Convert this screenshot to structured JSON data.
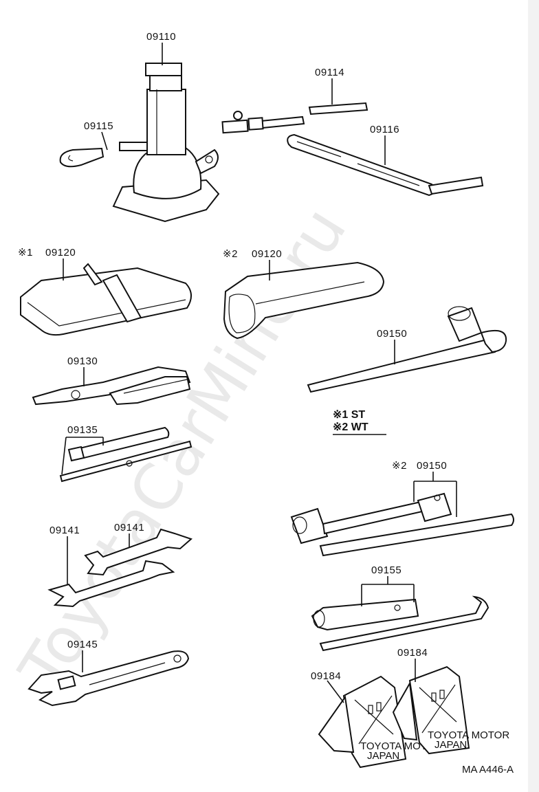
{
  "watermark": "ToyotaCarMine.ru",
  "labels": {
    "jack": "09110",
    "jack_handle": "09114",
    "hook": "09115",
    "handle_lever": "09116",
    "bag_st_mark": "※1",
    "bag_st": "09120",
    "bag_wt_mark": "※2",
    "bag_wt": "09120",
    "pliers": "09130",
    "screwdriver": "09135",
    "lug_wrench": "09150",
    "lug_wrench_wt_mark": "※2",
    "lug_wrench_wt": "09150",
    "wrench_a": "09141",
    "wrench_b": "09141",
    "adjustable_wrench": "09145",
    "socket_wrench": "09155",
    "chock_a": "09184",
    "chock_b": "09184"
  },
  "legend": {
    "line1": "※1 ST",
    "line2": "※2 WT"
  },
  "chock_text": {
    "line1": "TOYOTA MOTOR",
    "line2": "JAPAN"
  },
  "diagram_code": "MA A446-A"
}
